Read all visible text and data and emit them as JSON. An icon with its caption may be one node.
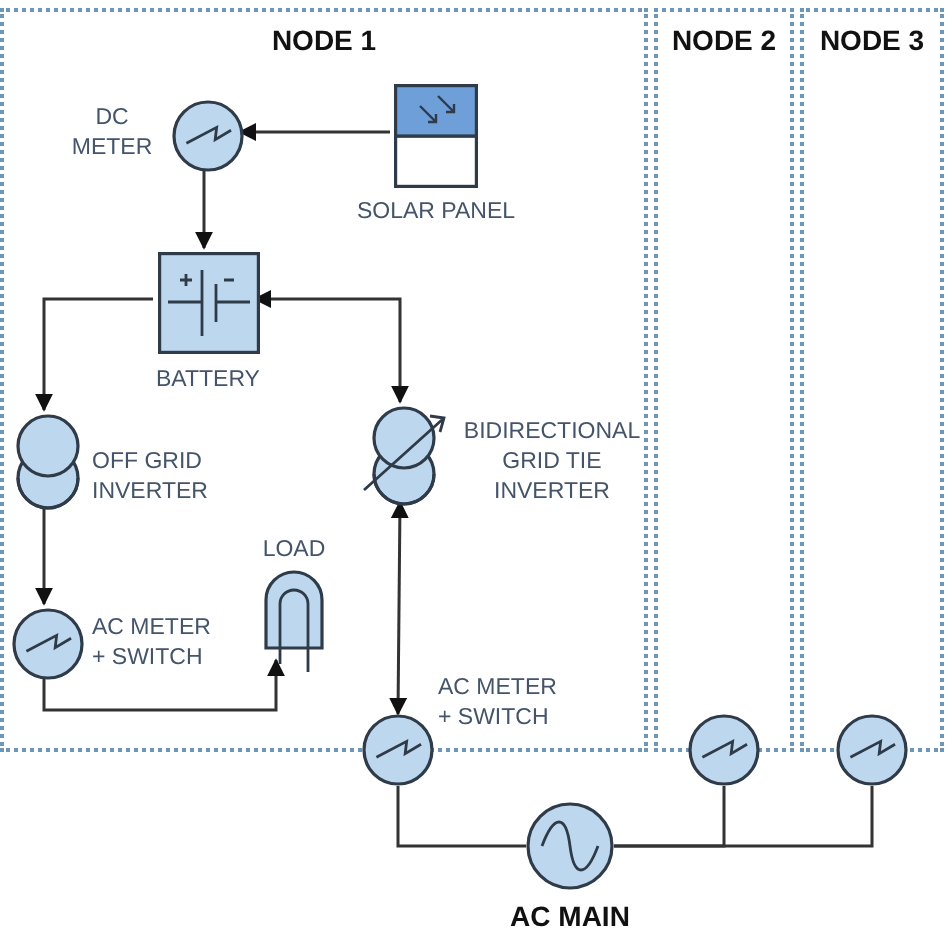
{
  "diagram": {
    "nodes": [
      {
        "text": [
          "NODE 1"
        ]
      },
      {
        "text": [
          "NODE 2"
        ]
      },
      {
        "text": [
          "NODE 3"
        ]
      },
      {
        "text": [
          "DC METER"
        ],
        "in": 0
      },
      {
        "text": [
          "SOLAR PANEL"
        ],
        "in": 0
      },
      {
        "text": [
          "BATTERY"
        ],
        "in": 0
      },
      {
        "text": [
          "OFF GRID INVERTER"
        ],
        "in": 0
      },
      {
        "text": [
          "BIDIRECTIONAL GRID TIE INVERTER"
        ],
        "in": 0
      },
      {
        "text": [
          "AC METER + SWITCH"
        ],
        "in": 0
      },
      {
        "text": [
          "LOAD"
        ],
        "in": 0
      },
      {
        "text": [
          "AC METER + SWITCH"
        ]
      },
      {
        "text": [],
        "shape": "circle"
      },
      {
        "text": [],
        "shape": "circle"
      },
      {
        "text": [
          "AC MAIN"
        ]
      }
    ],
    "edges": [
      {
        "from": 4,
        "to": 3,
        "arrow": "to"
      },
      {
        "from": 3,
        "to": 5,
        "arrow": "to"
      },
      {
        "from": 5,
        "to": 6,
        "arrow": "to"
      },
      {
        "from": 5,
        "to": 7,
        "arrow": "both"
      },
      {
        "from": 6,
        "to": 8,
        "arrow": "to"
      },
      {
        "from": 8,
        "to": 9,
        "arrow": "to"
      },
      {
        "from": 7,
        "to": 10,
        "arrow": "both"
      },
      {
        "from": 10,
        "to": 13,
        "arrow": "none"
      },
      {
        "from": 13,
        "to": 11,
        "arrow": "none"
      },
      {
        "from": 13,
        "to": 12,
        "arrow": "none"
      }
    ]
  }
}
